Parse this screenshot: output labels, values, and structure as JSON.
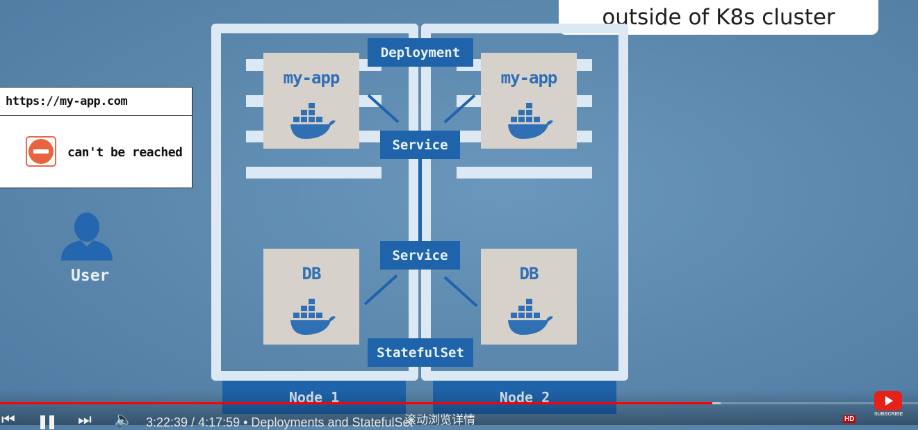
{
  "callout": {
    "text": "outside of K8s cluster"
  },
  "browser": {
    "url": "https://my-app.com",
    "error_text": "can't be reached"
  },
  "user": {
    "label": "User"
  },
  "cluster": {
    "deployment_label": "Deployment",
    "service_top_label": "Service",
    "service_bottom_label": "Service",
    "statefulset_label": "StatefulSet",
    "nodes": [
      {
        "label": "Node 1",
        "app_title": "my-app",
        "db_title": "DB"
      },
      {
        "label": "Node 2",
        "app_title": "my-app",
        "db_title": "DB"
      }
    ]
  },
  "player": {
    "time_text": "3:22:39 / 4:17:59 • Deployments and StatefulSet",
    "scroll_tip": "滚动浏览详情",
    "progress": 0.776,
    "buffered": 0.785,
    "hd_badge": "HD",
    "subscribe_label": "SUBSCRIBE",
    "icons": [
      "prev-icon",
      "pause-icon",
      "next-icon",
      "volume-icon",
      "youtube-icon",
      "settings-icon"
    ],
    "accent_color": "#ff0000"
  },
  "colors": {
    "k8s_blue": "#1f63ab",
    "frame": "#dce8f4",
    "box": "#d7d1cb",
    "app_text": "#2f6fb4"
  }
}
